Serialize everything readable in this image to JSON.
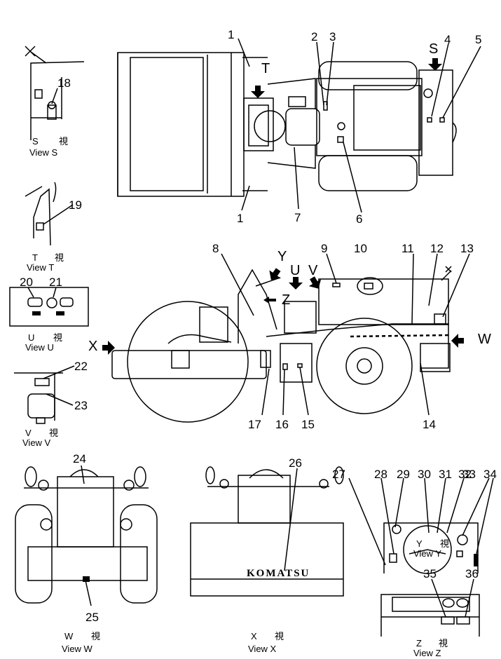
{
  "callouts": [
    "1",
    "1",
    "2",
    "3",
    "4",
    "5",
    "6",
    "7",
    "8",
    "9",
    "10",
    "11",
    "12",
    "13",
    "14",
    "15",
    "16",
    "17",
    "18",
    "19",
    "20",
    "21",
    "22",
    "23",
    "24",
    "25",
    "26",
    "27",
    "28",
    "29",
    "30",
    "31",
    "32",
    "33",
    "34",
    "35",
    "36"
  ],
  "view_letters": {
    "S": "S",
    "T": "T",
    "U": "U",
    "V": "V",
    "W": "W",
    "X": "X",
    "Y": "Y",
    "Z": "Z"
  },
  "views": [
    {
      "letter": "S",
      "kanji": "視",
      "caption": "View S"
    },
    {
      "letter": "T",
      "kanji": "視",
      "caption": "View T"
    },
    {
      "letter": "U",
      "kanji": "視",
      "caption": "View U"
    },
    {
      "letter": "V",
      "kanji": "視",
      "caption": "View V"
    },
    {
      "letter": "W",
      "kanji": "視",
      "caption": "View W"
    },
    {
      "letter": "X",
      "kanji": "視",
      "caption": "View X"
    },
    {
      "letter": "Y",
      "kanji": "視",
      "caption": "View Y"
    },
    {
      "letter": "Z",
      "kanji": "視",
      "caption": "View Z"
    }
  ],
  "brand": "KOMATSU"
}
